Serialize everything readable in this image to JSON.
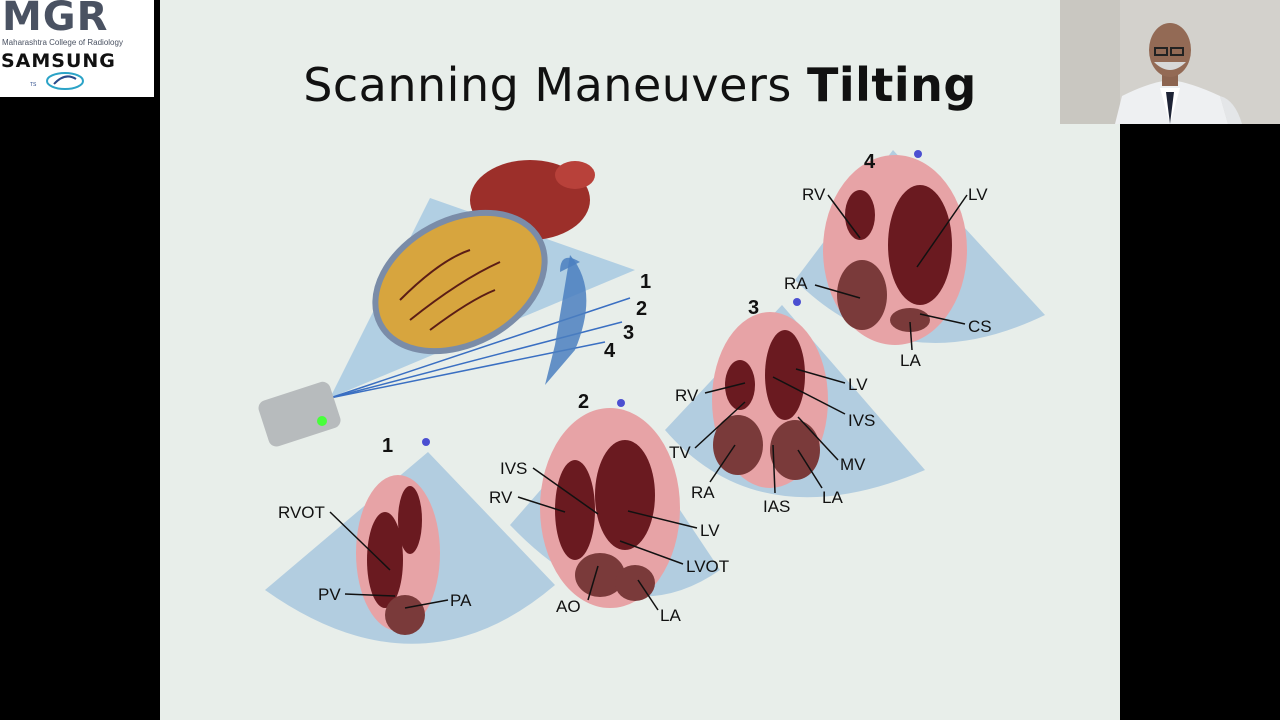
{
  "title": {
    "main": "Scanning Maneuvers",
    "bold": "Tilting"
  },
  "logo": {
    "mgr": "MGR",
    "college": "Maharashtra College of Radiology",
    "samsung": "SAMSUNG",
    "ts": "TS"
  },
  "diagram": {
    "plane_labels": [
      "1",
      "2",
      "3",
      "4"
    ],
    "view1": {
      "number": "1",
      "labels": [
        "RVOT",
        "PV",
        "PA"
      ]
    },
    "view2": {
      "number": "2",
      "labels": [
        "IVS",
        "RV",
        "LV",
        "LVOT",
        "AO",
        "LA"
      ]
    },
    "view3": {
      "number": "3",
      "labels": [
        "RV",
        "LV",
        "IVS",
        "TV",
        "MV",
        "RA",
        "IAS",
        "LA"
      ]
    },
    "view4": {
      "number": "4",
      "labels": [
        "RV",
        "LV",
        "RA",
        "CS",
        "LA"
      ]
    }
  }
}
